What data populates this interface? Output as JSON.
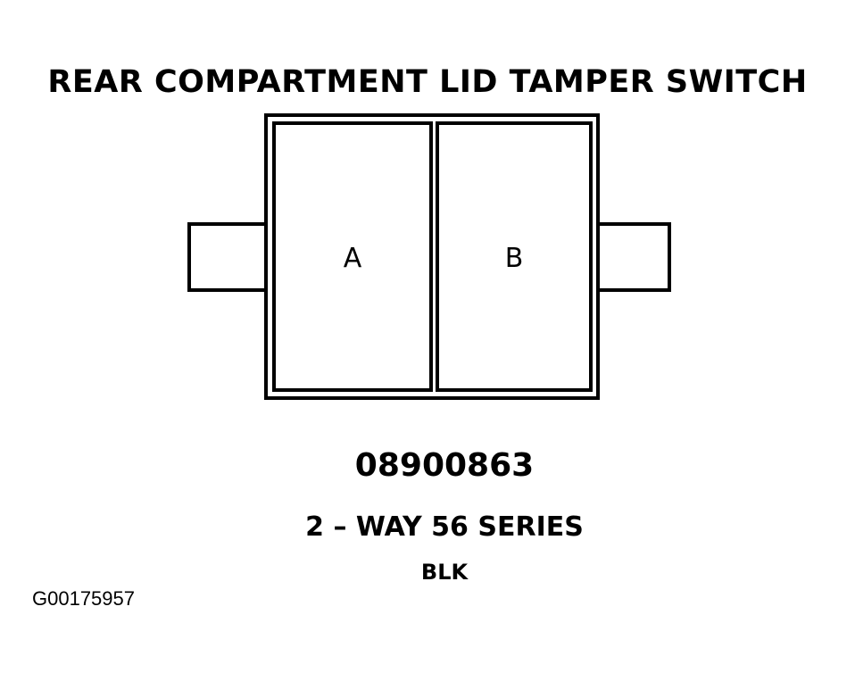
{
  "title": "REAR COMPARTMENT LID TAMPER SWITCH",
  "connector": {
    "cavities": [
      {
        "label": "A"
      },
      {
        "label": "B"
      }
    ],
    "part_number": "08900863",
    "series": "2 – WAY 56 SERIES",
    "color": "BLK"
  },
  "figure_id": "G00175957",
  "colors": {
    "ink": "#000000",
    "background": "#ffffff"
  }
}
